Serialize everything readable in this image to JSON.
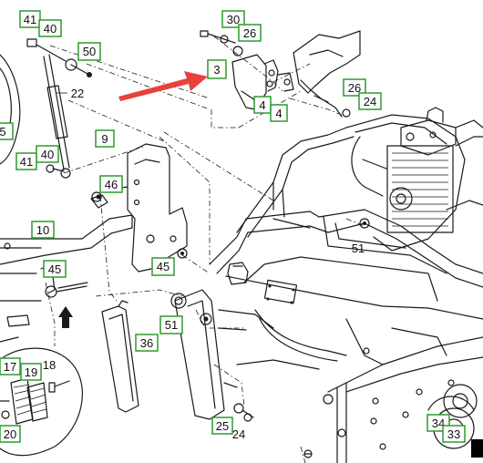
{
  "callouts": [
    {
      "id": "c41a",
      "label": "41",
      "boxed": true
    },
    {
      "id": "c40a",
      "label": "40",
      "boxed": true
    },
    {
      "id": "c50",
      "label": "50",
      "boxed": true
    },
    {
      "id": "c22",
      "label": "22",
      "boxed": false
    },
    {
      "id": "c30",
      "label": "30",
      "boxed": true
    },
    {
      "id": "c26a",
      "label": "26",
      "boxed": true
    },
    {
      "id": "c3",
      "label": "3",
      "boxed": true
    },
    {
      "id": "c4a",
      "label": "4",
      "boxed": true
    },
    {
      "id": "c4b",
      "label": "4",
      "boxed": true
    },
    {
      "id": "c26b",
      "label": "26",
      "boxed": true
    },
    {
      "id": "c24a",
      "label": "24",
      "boxed": true
    },
    {
      "id": "c5",
      "label": "5",
      "boxed": true
    },
    {
      "id": "c9",
      "label": "9",
      "boxed": true
    },
    {
      "id": "c40b",
      "label": "40",
      "boxed": true
    },
    {
      "id": "c41b",
      "label": "41",
      "boxed": true
    },
    {
      "id": "c46",
      "label": "46",
      "boxed": true
    },
    {
      "id": "c51a",
      "label": "51",
      "boxed": false
    },
    {
      "id": "c10",
      "label": "10",
      "boxed": true
    },
    {
      "id": "c45a",
      "label": "45",
      "boxed": true
    },
    {
      "id": "c45b",
      "label": "45",
      "boxed": true
    },
    {
      "id": "c51b",
      "label": "51",
      "boxed": true
    },
    {
      "id": "c36",
      "label": "36",
      "boxed": true
    },
    {
      "id": "c17",
      "label": "17",
      "boxed": true
    },
    {
      "id": "c19",
      "label": "19",
      "boxed": true
    },
    {
      "id": "c18",
      "label": "18",
      "boxed": false
    },
    {
      "id": "c20",
      "label": "20",
      "boxed": true
    },
    {
      "id": "c25",
      "label": "25",
      "boxed": true
    },
    {
      "id": "c24b",
      "label": "24",
      "boxed": false
    },
    {
      "id": "c34",
      "label": "34",
      "boxed": true
    },
    {
      "id": "c33",
      "label": "33",
      "boxed": true
    }
  ],
  "colors": {
    "callout_border": "#2e9a2e",
    "pointer_arrow": "#e8413c",
    "line": "#1a1a1a"
  }
}
